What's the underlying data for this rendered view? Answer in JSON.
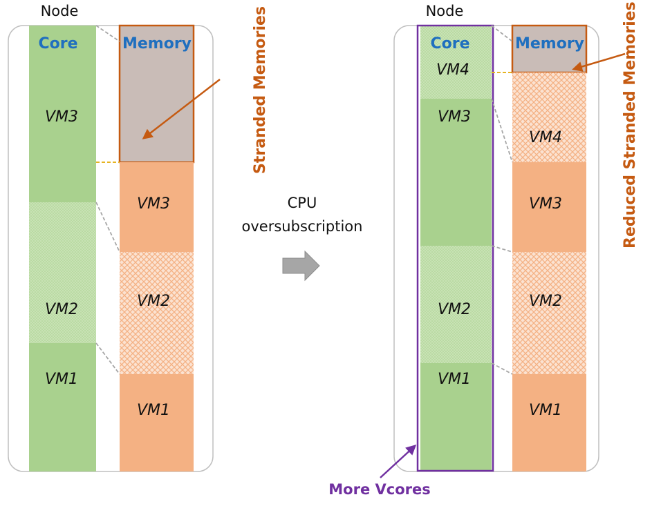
{
  "left_node": {
    "title": "Node",
    "core_header": "Core",
    "memory_header": "Memory",
    "core_vms": [
      "VM3",
      "VM2",
      "VM1"
    ],
    "memory_vms": [
      "VM3",
      "VM2",
      "VM1"
    ],
    "annotation": "Stranded Memories"
  },
  "transition": {
    "line1": "CPU",
    "line2": "oversubscription"
  },
  "right_node": {
    "title": "Node",
    "core_header": "Core",
    "memory_header": "Memory",
    "core_vms": [
      "VM4",
      "VM3",
      "VM2",
      "VM1"
    ],
    "memory_vms": [
      "VM4",
      "VM3",
      "VM2",
      "VM1"
    ],
    "annotation": "Reduced Stranded Memories",
    "vcore_label": "More Vcores"
  },
  "colors": {
    "core_green": "#a9d18e",
    "memory_orange": "#f4b183",
    "stranded_gray": "#c9bcb7",
    "stranded_border": "#c55a11",
    "header_blue": "#1f6fbf",
    "vcore_purple": "#7030a0",
    "arrow_gray": "#a6a6a6",
    "connector_gray": "#a6a6a6",
    "connector_gold": "#e6b422"
  }
}
